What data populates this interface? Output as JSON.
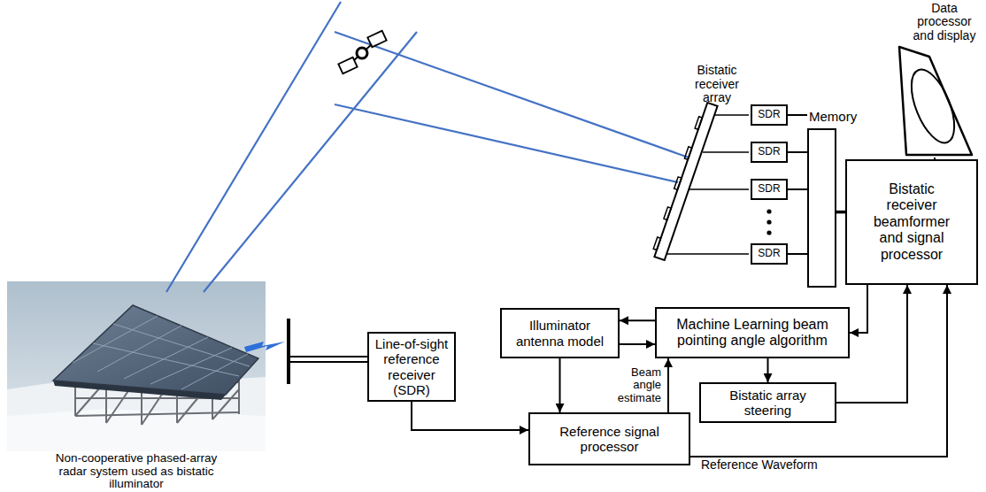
{
  "diagram": {
    "nodes": [
      {
        "text": [
          "Data processor and display"
        ]
      },
      {
        "text": [
          "SDR"
        ]
      },
      {
        "text": [
          "SDR"
        ]
      },
      {
        "text": [
          "SDR"
        ]
      },
      {
        "text": [
          "SDR"
        ]
      },
      {
        "text": [
          "Memory"
        ]
      },
      {
        "text": [
          "Bistatic receiver beamformer and signal processor"
        ]
      },
      {
        "text": [
          "Illuminator antenna model"
        ]
      },
      {
        "text": [
          "Machine Learning beam pointing angle algorithm"
        ]
      },
      {
        "text": [
          "Line-of-sight reference receiver (SDR)"
        ]
      },
      {
        "text": [
          "Bistatic array steering"
        ]
      },
      {
        "text": [
          "Reference signal processor"
        ]
      }
    ],
    "edges": [
      {
        "from": 1,
        "to": 5,
        "arrow": "none"
      },
      {
        "from": 2,
        "to": 5,
        "arrow": "none"
      },
      {
        "from": 3,
        "to": 5,
        "arrow": "none"
      },
      {
        "from": 4,
        "to": 5,
        "arrow": "none"
      },
      {
        "from": 5,
        "to": 6,
        "arrow": "none"
      },
      {
        "from": 6,
        "to": 0,
        "arrow": "none"
      },
      {
        "from": 8,
        "to": 7,
        "arrow": "to"
      },
      {
        "from": 7,
        "to": 8,
        "arrow": "to"
      },
      {
        "from": 7,
        "to": 11,
        "arrow": "to"
      },
      {
        "from": 9,
        "to": 11,
        "arrow": "to"
      },
      {
        "from": 11,
        "to": 8,
        "label": "Beam angle estimate",
        "arrow": "to"
      },
      {
        "from": 8,
        "to": 10,
        "arrow": "to"
      },
      {
        "from": 6,
        "to": 8,
        "arrow": "to"
      },
      {
        "from": 10,
        "to": 6,
        "arrow": "to"
      },
      {
        "from": 11,
        "to": 6,
        "label": "Reference Waveform",
        "arrow": "to"
      }
    ],
    "labels": [
      "Bistatic receiver array",
      "Non-cooperative phased-array radar system used as bistatic illuminator"
    ]
  }
}
